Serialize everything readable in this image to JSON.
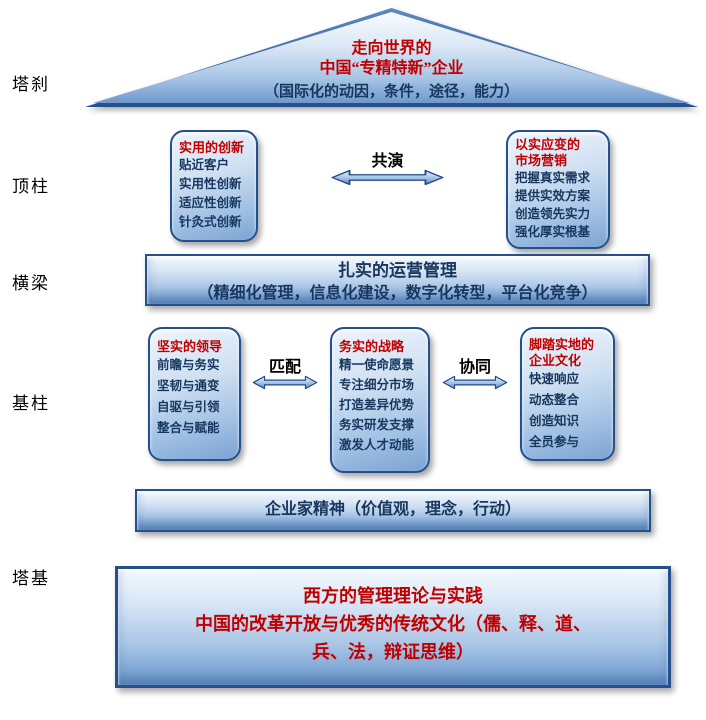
{
  "colors": {
    "title_red": "#c00000",
    "body_navy": "#17375e",
    "box_border": "#24508c",
    "box_fill_light": "#eef5fc",
    "box_fill_dark": "#7ca3d2"
  },
  "side_labels": [
    "塔刹",
    "顶柱",
    "横梁",
    "基柱",
    "塔基"
  ],
  "roof": {
    "line1": "走向世界的",
    "line2": "中国“专精特新”企业",
    "line3": "（国际化的动因，条件，途径，能力）"
  },
  "top_pillars": {
    "left": {
      "title": "实用的创新",
      "items": [
        "贴近客户",
        "实用性创新",
        "适应性创新",
        "针灸式创新"
      ]
    },
    "connector": "共演",
    "right": {
      "title_line1": "以实应变的",
      "title_line2": "市场营销",
      "items": [
        "把握真实需求",
        "提供实效方案",
        "创造领先实力",
        "强化厚实根基"
      ]
    }
  },
  "beam": {
    "title": "扎实的运营管理",
    "subtitle": "（精细化管理，信息化建设，数字化转型，平台化竞争）"
  },
  "base_pillars": {
    "left": {
      "title": "坚实的领导",
      "items": [
        "前瞻与务实",
        "坚韧与通变",
        "自驱与引领",
        "整合与赋能"
      ]
    },
    "connector_left": "匹配",
    "middle": {
      "title": "务实的战略",
      "items": [
        "精一使命愿景",
        "专注细分市场",
        "打造差异优势",
        "务实研发支撑",
        "激发人才动能"
      ]
    },
    "connector_right": "协同",
    "right": {
      "title_line1": "脚踏实地的",
      "title_line2": "企业文化",
      "items": [
        "快速响应",
        "动态整合",
        "创造知识",
        "全员参与"
      ]
    }
  },
  "entrepreneur_bar": "企业家精神（价值观，理念，行动）",
  "foundation": {
    "line1": "西方的管理理论与实践",
    "line2": "中国的改革开放与优秀的传统文化（儒、释、道、",
    "line3": "兵、法，辩证思维）"
  }
}
